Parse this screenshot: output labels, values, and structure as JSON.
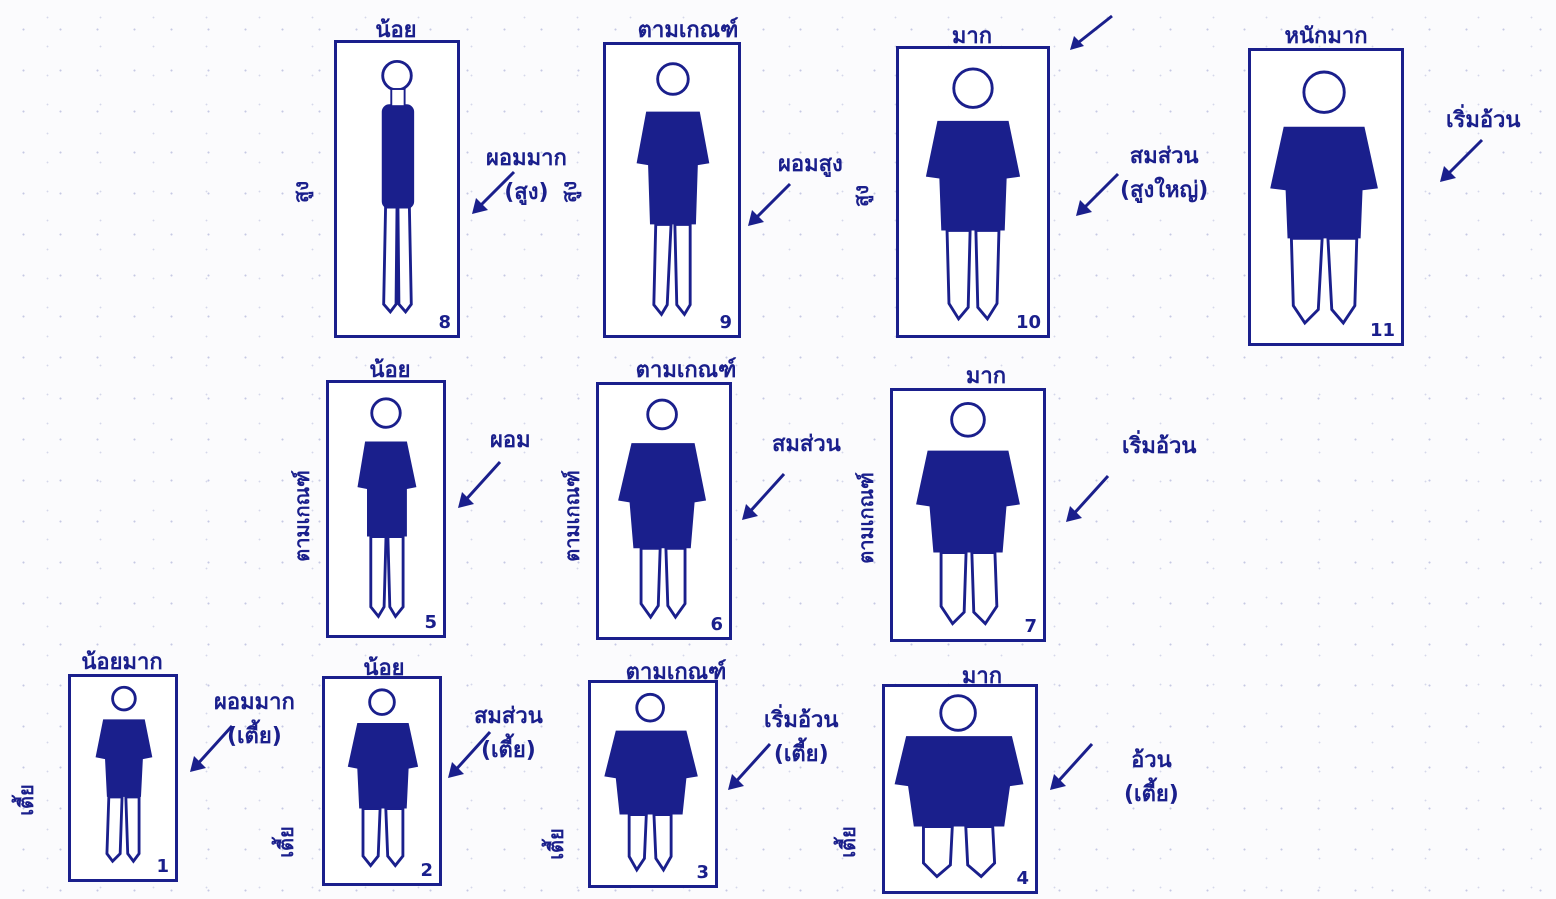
{
  "cards": [
    {
      "id": 1,
      "number": "1",
      "weight_label": "น้อยมาก",
      "height_label": "เตี้ย"
    },
    {
      "id": 2,
      "number": "2",
      "weight_label": "น้อย",
      "height_label": "เตี้ย"
    },
    {
      "id": 3,
      "number": "3",
      "weight_label": "ตามเกณฑ์",
      "height_label": "เตี้ย"
    },
    {
      "id": 4,
      "number": "4",
      "weight_label": "มาก",
      "height_label": "เตี้ย"
    },
    {
      "id": 5,
      "number": "5",
      "weight_label": "น้อย",
      "height_label": "ตามเกณฑ์"
    },
    {
      "id": 6,
      "number": "6",
      "weight_label": "ตามเกณฑ์",
      "height_label": "ตามเกณฑ์"
    },
    {
      "id": 7,
      "number": "7",
      "weight_label": "มาก",
      "height_label": "ตามเกณฑ์"
    },
    {
      "id": 8,
      "number": "8",
      "weight_label": "น้อย",
      "height_label": "สูง"
    },
    {
      "id": 9,
      "number": "9",
      "weight_label": "ตามเกณฑ์",
      "height_label": "สูง"
    },
    {
      "id": 10,
      "number": "10",
      "weight_label": "มาก",
      "height_label": "สูง"
    },
    {
      "id": 11,
      "number": "11",
      "weight_label": "หนักมาก",
      "height_label": ""
    }
  ],
  "descriptions": {
    "d1": {
      "line1": "ผอมมาก",
      "line2": "(เตี้ย)"
    },
    "d2": {
      "line1": "สมส่วน",
      "line2": "(เตี้ย)"
    },
    "d3": {
      "line1": "เริ่มอ้วน",
      "line2": "(เตี้ย)"
    },
    "d4": {
      "line1": "อ้วน",
      "line2": "(เตี้ย)"
    },
    "d5": {
      "line1": "ผอม",
      "line2": ""
    },
    "d6": {
      "line1": "สมส่วน",
      "line2": ""
    },
    "d7": {
      "line1": "เริ่มอ้วน",
      "line2": ""
    },
    "d8": {
      "line1": "ผอมมาก",
      "line2": "(สูง)"
    },
    "d9": {
      "line1": "ผอมสูง",
      "line2": ""
    },
    "d10": {
      "line1": "สมส่วน",
      "line2": "(สูงใหญ่)"
    },
    "d11": {
      "line1": "เริ่มอ้วน",
      "line2": ""
    }
  },
  "colors": {
    "ink": "#1a1f8c",
    "paper": "#fbfbfd"
  }
}
